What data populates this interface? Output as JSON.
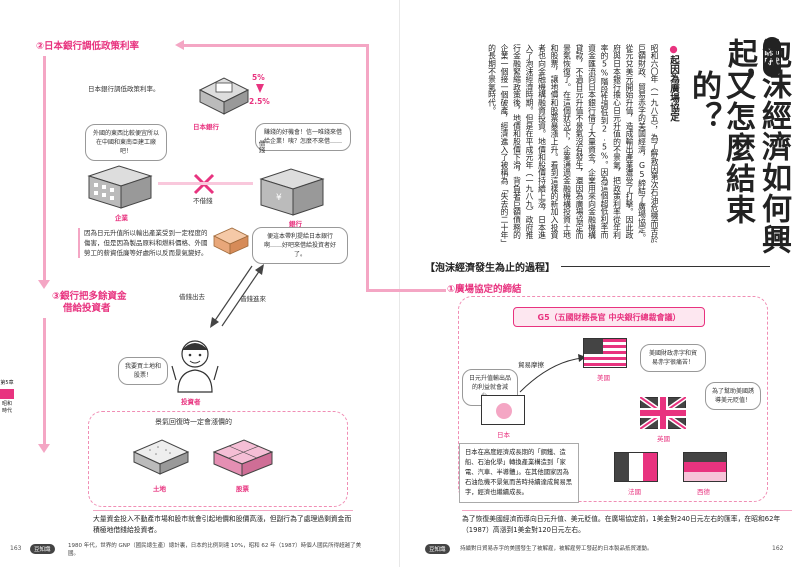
{
  "left_page": {
    "page_number": "163",
    "step2_label": "②日本銀行調低政策利率",
    "step3_label_line1": "③銀行把多餘資金",
    "step3_label_line2": "借給投資者",
    "boj_caption": "日本銀行調低政策利率。",
    "rate_high": "5%",
    "rate_low": "2.5%",
    "boj_tag": "日本銀行",
    "bank_tag": "銀行",
    "company_tag": "企業",
    "investor_tag": "投資者",
    "company_balloon": "外國的東西比較便宜所以在中國和東南亞建工廠吧！",
    "boj_balloon": "賺錢的好機會！信一唯錢來借給企業！咦？怎麼不來借……",
    "bank_balloon": "便這本帶利提給日本銀行啊……好吧來借給投資者好了。",
    "investor_balloon": "我要買土地和股票！",
    "no_loan_label": "不借錢",
    "borrow_label": "借錢",
    "borrow_out_label": "借錢出去",
    "borrow_in_label": "借錢進來",
    "cause_note": "因為日元升值所以輸出產業受到一定程度的傷害，但是因為製品原料和燃料價格、外國勞工的薪資低廉等好處所以反而景氣變好。",
    "recovery_title": "景氣回復時一定會漲價的",
    "land_tag": "土地",
    "stock_tag": "股票",
    "summary": "大量資金投入不動產市場和股市就會引起地價和股價高漲，但副行為了處理過剩資金而積極地借錢給投資者。",
    "footer_chip": "豆知識",
    "footer_text": "1980 年代，世界的 GNP（國民總生產）總計裏，日本的比例到達 10%，昭和 62 年（1987）時個人國民所得超越了美國。",
    "side_tab_line1": "第5章",
    "side_tab_line2": "昭和時代"
  },
  "right_page": {
    "page_number": "162",
    "era_badge": "昭和時代",
    "title_line1": "泡沫經濟如何興起，",
    "title_line2": "又怎麼結束的？",
    "subheading": "起因為廣場協定",
    "body_paragraph": "昭和六〇年（一九八五），為了解救因第次石油危機而苦於巨額財政、貿易赤字的美國經濟，G5締結了廣場協定。從元兌美元開始升值，造成輸出產業遭受了打擊。因此政府與日本銀行擔心日元升值的不景氣，把政策利率從年利率的5%階段性調低到2.5%。因為這個超低利率而資金匯流向日本銀行借了大量資金，企業用來向金融機構貸款，不過日元升值不景氣沒有發生，還因為廣場協定而景氣恢復了。在這個狀況下，企業通過金融機構投資土地和股票，讓地價和股票暴漲上升。看到這樣的新加入投資者也向金融機構融資投資。地價和股價持續上漲，日本進入了泡沫經濟時期。但是在平成元年（一九八九）政府推行金融緊縮政策後，地價和股價下滑，背負著巨額債務的企業一個接一個破產，經濟進入了被稱為「失去的二十年」的長期不景氣時代。",
    "section_title": "【泡沫經濟發生為止的過程】",
    "step1_label": "①廣場協定的締結",
    "g5_label": "G5（五國財務長官 中央銀行總裁會議）",
    "trade_friction": "貿易摩擦",
    "japan_balloon": "日元升值輸出品的利益就會減少……",
    "usa_balloon": "美國財政赤字和貿易赤字很痛苦！",
    "uk_balloon": "為了幫助美國誘導美元貶值！",
    "country_usa": "美國",
    "country_japan": "日本",
    "country_uk": "英國",
    "country_france": "法國",
    "country_germany": "西德",
    "info_box": "日本在高度經濟成長期的「鋼鐵、造船、石油化學」轉換產業構造到「家電、汽車、半導體」。在其他國家因為石油危機不景氣而苦時持續達成貿易黑字，經濟也繼續成長。",
    "bottom_text": "為了恢復美國經濟而導向日元升值、美元貶值。在廣場協定前，1美金對240日元左右的匯率，在昭和62年（1987）高漲到1美金對120日元左右。",
    "footer_chip": "豆知識",
    "footer_text": "持續對日貿易赤字的美國發生了被解雇，被解雇勞工發起的日本製品抵貿運動。"
  },
  "colors": {
    "accent_pink": "#e8337f",
    "flow_pink": "#f4a6c4",
    "light_pink": "#fde7f0",
    "dark": "#222222"
  }
}
